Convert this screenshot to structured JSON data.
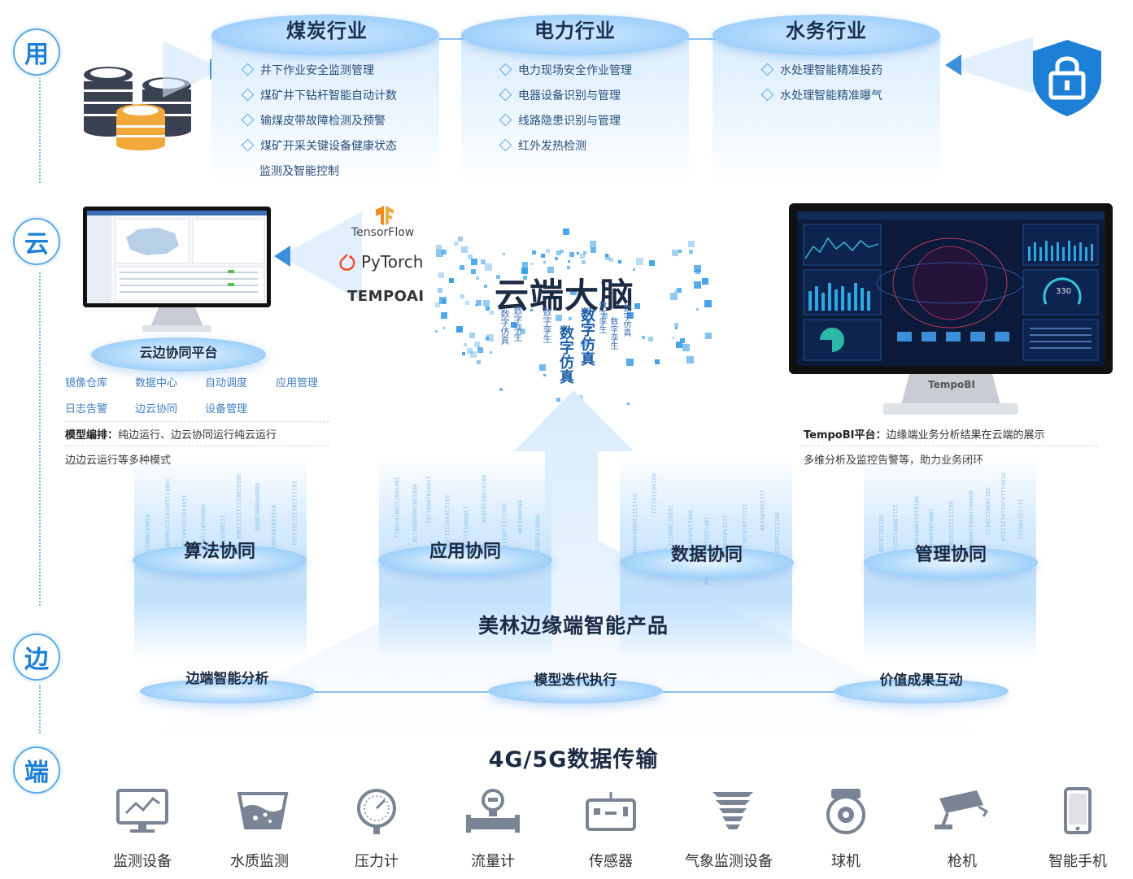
{
  "layers": {
    "app": "用",
    "cloud": "云",
    "edge": "边",
    "device": "端"
  },
  "industries": [
    {
      "title": "煤炭行业",
      "items": [
        "井下作业安全监测管理",
        "煤矿井下钻杆智能自动计数",
        "输煤皮带故障检测及预警",
        "煤矿开采关键设备健康状态"
      ],
      "continuation": "监测及智能控制"
    },
    {
      "title": "电力行业",
      "items": [
        "电力现场安全作业管理",
        "电器设备识别与管理",
        "线路隐患识别与管理",
        "红外发热检测"
      ]
    },
    {
      "title": "水务行业",
      "items": [
        "水处理智能精准投药",
        "水处理智能精准曝气"
      ]
    }
  ],
  "cloud_platform": {
    "label": "云边协同平台",
    "functions": [
      "镜像仓库",
      "数据中心",
      "自动调度",
      "应用管理",
      "日志告警",
      "边云协同",
      "设备管理"
    ],
    "desc_bold": "模型编排：",
    "desc_line1": "纯边运行、边云协同运行纯云运行",
    "desc_line2": "边边云运行等多种模式"
  },
  "frameworks": {
    "tensorflow": "TensorFlow",
    "pytorch": "PyTorch",
    "tempoai": "TEMPOAI"
  },
  "cloud_brain": {
    "title": "云端大脑",
    "words": [
      "数字仿真",
      "数字孪生",
      "数字孪生",
      "数字仿真",
      "数字仿真",
      "数字孪生",
      "数字孪生",
      "数字仿真"
    ]
  },
  "tempobi": {
    "screen_label": "TempoBI",
    "gauge_value": "330",
    "desc_bold": "TempoBI平台：",
    "desc_line1": "边缘端业务分析结果在云端的展示",
    "desc_line2": "多维分析及监控告警等，助力业务闭环"
  },
  "collaborations": [
    "算法协同",
    "应用协同",
    "数据协同",
    "管理协同"
  ],
  "edge": {
    "product": "美林边缘端智能产品",
    "nodes": [
      "边端智能分析",
      "模型迭代执行",
      "价值成果互动"
    ]
  },
  "transport": "4G/5G数据传输",
  "devices": [
    "监测设备",
    "水质监测",
    "压力计",
    "流量计",
    "传感器",
    "气象监测设备",
    "球机",
    "枪机",
    "智能手机"
  ],
  "colors": {
    "accent": "#1e7fd6",
    "light_blue": "#a9d6fb",
    "pixel_blue": "#3da0e8",
    "dark_screen": "#0b1a3a",
    "coin_dark": "#3a4150",
    "coin_gold": "#f3a93a",
    "shield": "#1e7fd6"
  }
}
